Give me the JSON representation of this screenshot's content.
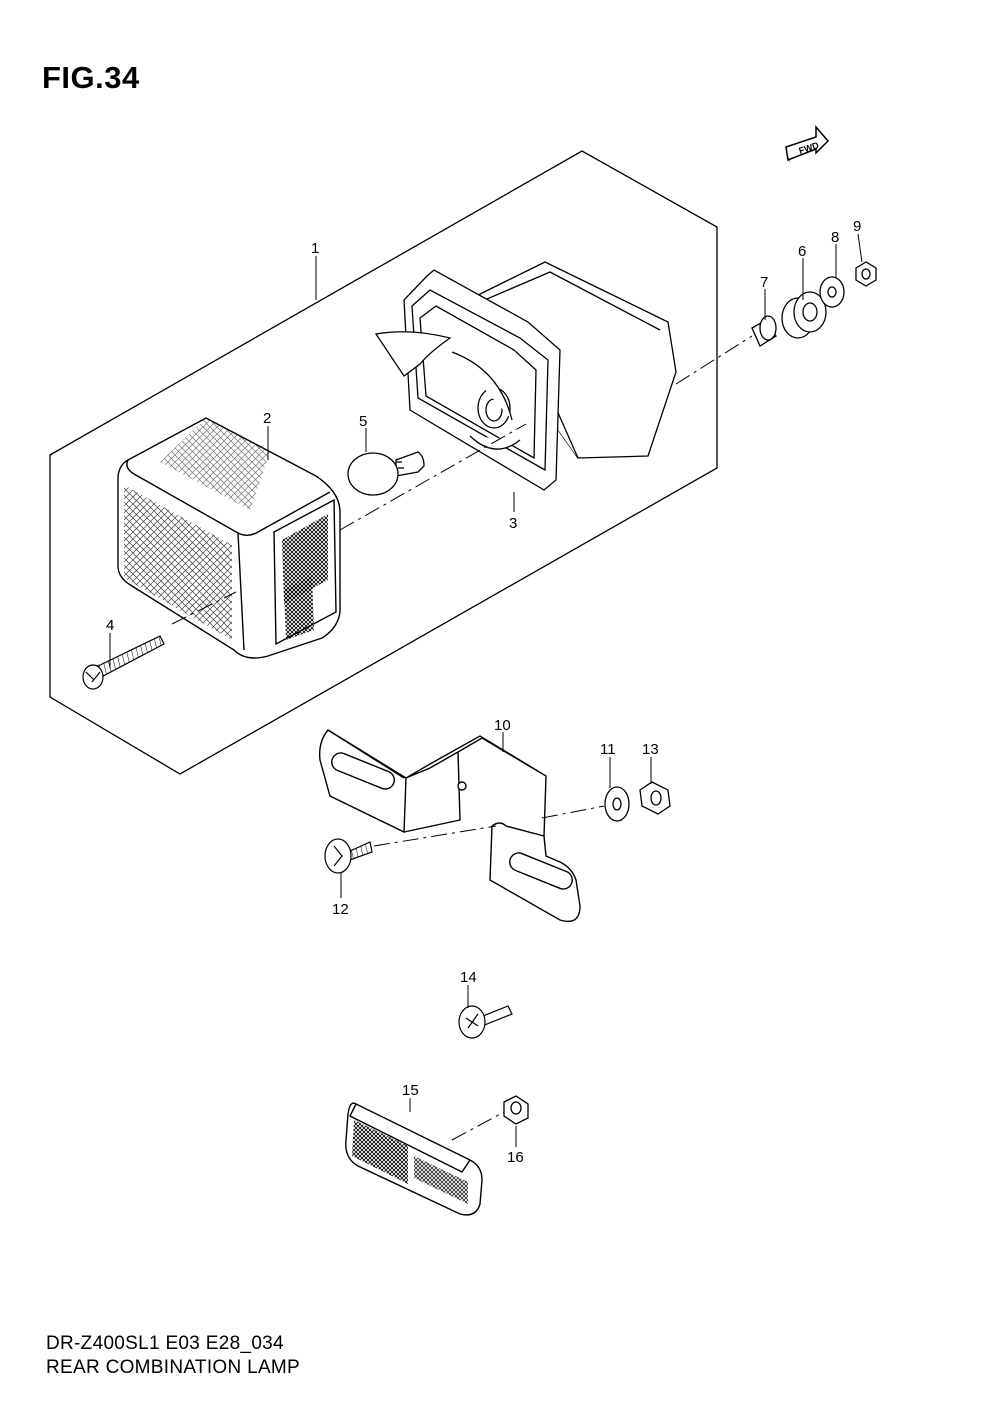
{
  "figure": {
    "title": "FIG.34",
    "fwd_label": "FWD"
  },
  "callouts": [
    "1",
    "2",
    "3",
    "4",
    "5",
    "6",
    "7",
    "8",
    "9",
    "10",
    "11",
    "12",
    "13",
    "14",
    "15",
    "16"
  ],
  "footer": {
    "model_code": "DR-Z400SL1 E03 E28_034",
    "caption": "REAR COMBINATION LAMP"
  }
}
